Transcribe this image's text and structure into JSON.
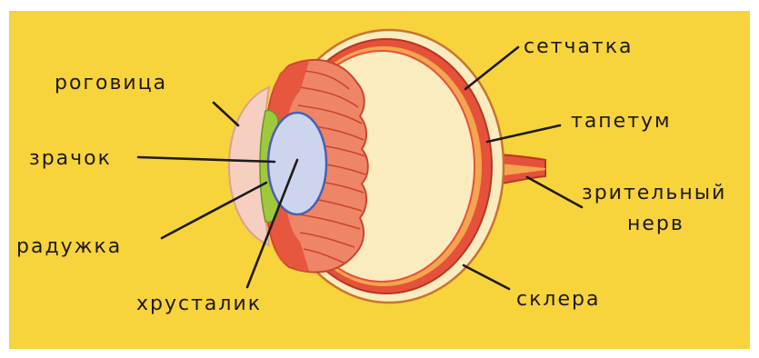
{
  "diagram": {
    "labels": {
      "cornea": "роговица",
      "pupil": "зрачок",
      "iris": "радужка",
      "lens": "хрусталик",
      "retina": "сетчатка",
      "tapetum": "тапетум",
      "optic_nerve_line1": "зрительный",
      "optic_nerve_line2": "нерв",
      "sclera": "склера"
    },
    "colors": {
      "background": "#f7d33c",
      "sclera": "#fbecc0",
      "retina": "#e5513b",
      "tapetum": "#f3a64d",
      "lens": "#cdd5ee",
      "lens_outline": "#4c5fb3",
      "ciliary_body": "#ee8567",
      "cornea": "#f6cfc0",
      "iris": "#9ec93d",
      "text": "#1e1a1a"
    }
  }
}
